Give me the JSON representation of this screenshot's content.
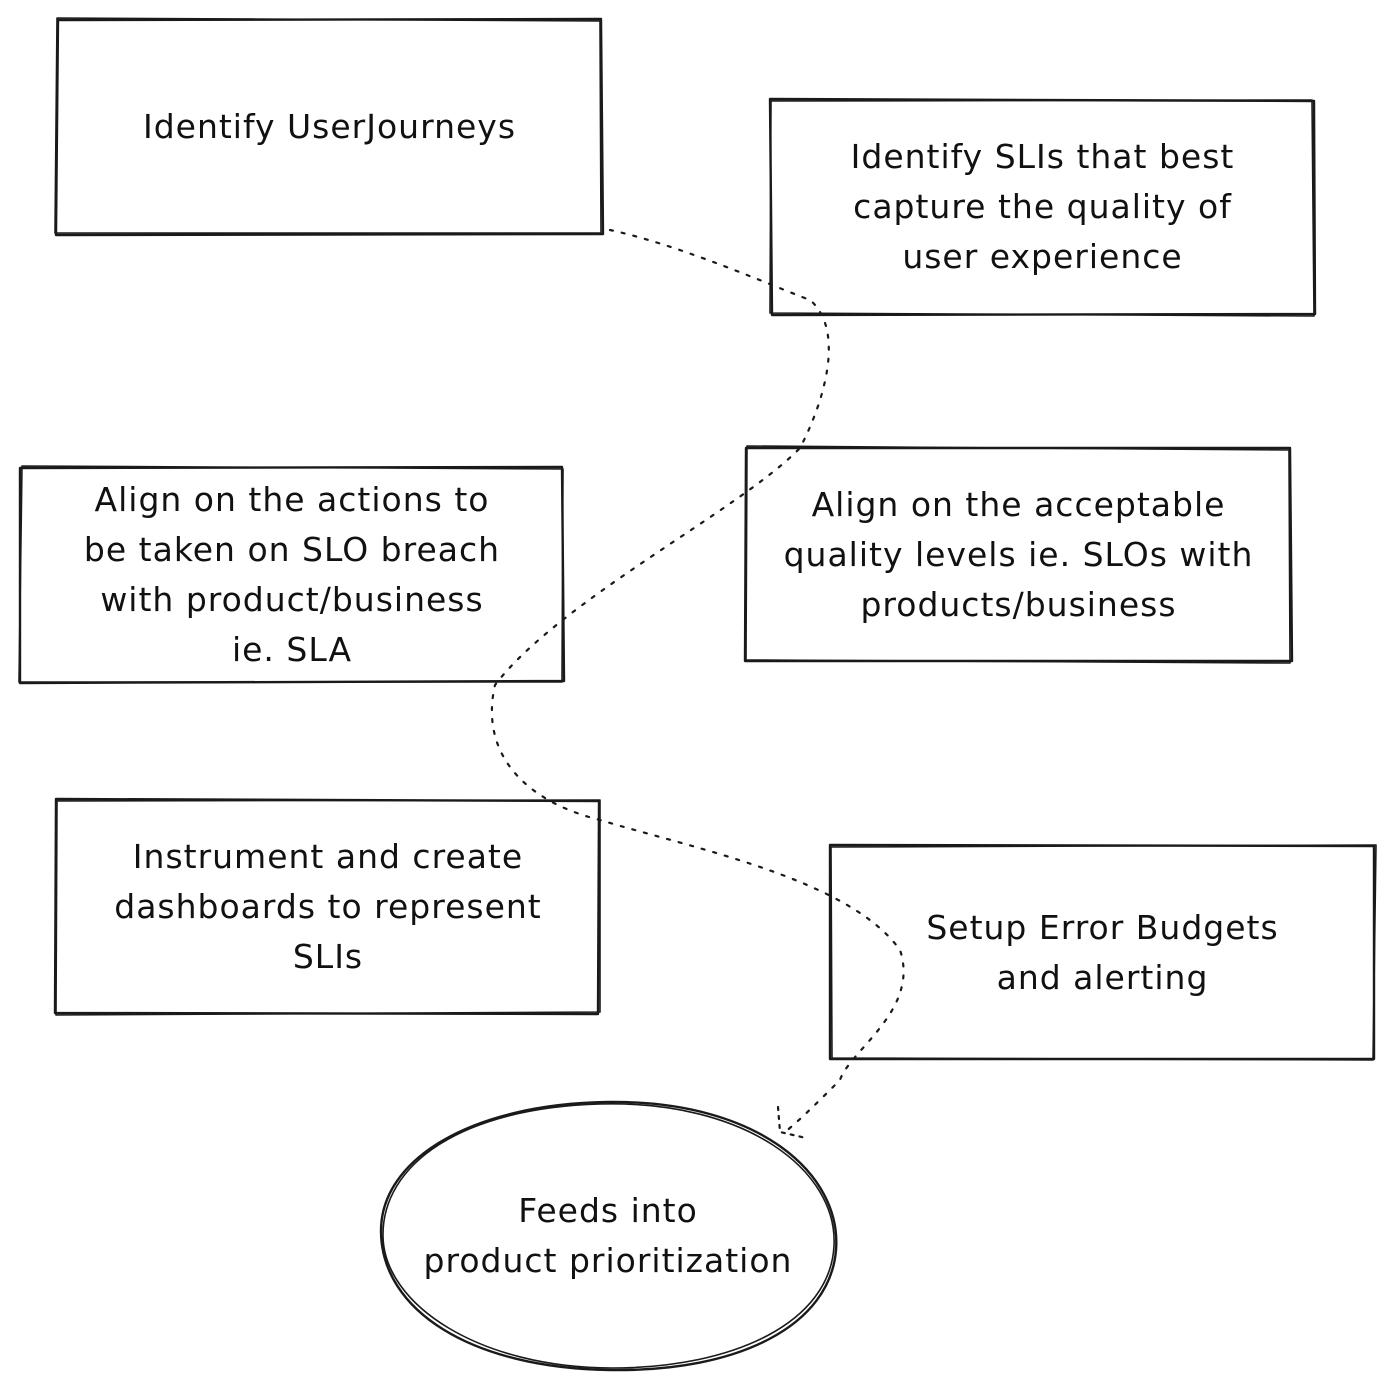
{
  "diagram": {
    "nodes": [
      {
        "id": "identify-user-journeys",
        "shape": "rectangle",
        "lines": [
          "Identify UserJourneys"
        ]
      },
      {
        "id": "identify-slis",
        "shape": "rectangle",
        "lines": [
          "Identify SLIs that best",
          "capture the quality of",
          "user experience"
        ]
      },
      {
        "id": "align-slo-actions",
        "shape": "rectangle",
        "lines": [
          "Align on the actions to",
          "be taken on SLO breach",
          "with product/business",
          "ie. SLA"
        ]
      },
      {
        "id": "align-quality-levels",
        "shape": "rectangle",
        "lines": [
          "Align on the acceptable",
          "quality levels ie. SLOs with",
          "products/business"
        ]
      },
      {
        "id": "instrument-dashboards",
        "shape": "rectangle",
        "lines": [
          "Instrument and create",
          "dashboards to represent",
          "SLIs"
        ]
      },
      {
        "id": "error-budgets",
        "shape": "rectangle",
        "lines": [
          "Setup Error Budgets",
          "and alerting"
        ]
      },
      {
        "id": "product-prioritization",
        "shape": "ellipse",
        "lines": [
          "Feeds into",
          "product prioritization"
        ]
      }
    ],
    "edges": [
      {
        "from": "identify-user-journeys",
        "to": "product-prioritization",
        "style": "dotted",
        "arrow": "end"
      }
    ],
    "colors": {
      "stroke": "#1a1a1a",
      "text": "#111111",
      "background": "#ffffff"
    }
  }
}
